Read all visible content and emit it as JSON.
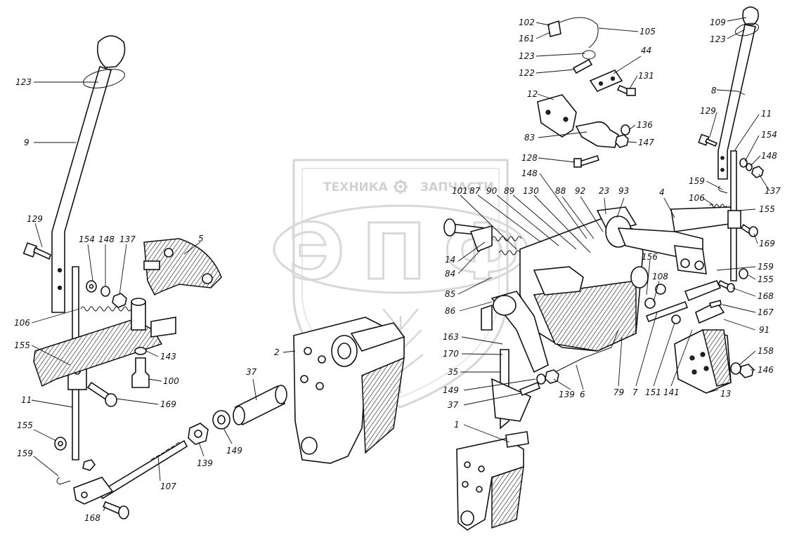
{
  "watermark": {
    "left_word": "ТЕХНИКА",
    "right_word": "ЗАПЧАСТИ",
    "logo_letters": "ЭПФ",
    "gear_icon": "gear-icon",
    "color": "#cfcfcf"
  },
  "callouts": [
    {
      "id": "c1",
      "text": "123"
    },
    {
      "id": "c2",
      "text": "9"
    },
    {
      "id": "c3",
      "text": "129"
    },
    {
      "id": "c4",
      "text": "154"
    },
    {
      "id": "c5",
      "text": "148"
    },
    {
      "id": "c6",
      "text": "137"
    },
    {
      "id": "c7",
      "text": "5"
    },
    {
      "id": "c8",
      "text": "106"
    },
    {
      "id": "c9",
      "text": "155"
    },
    {
      "id": "c10",
      "text": "143"
    },
    {
      "id": "c11",
      "text": "100"
    },
    {
      "id": "c12",
      "text": "11"
    },
    {
      "id": "c13",
      "text": "169"
    },
    {
      "id": "c14",
      "text": "155"
    },
    {
      "id": "c15",
      "text": "159"
    },
    {
      "id": "c16",
      "text": "139"
    },
    {
      "id": "c17",
      "text": "149"
    },
    {
      "id": "c18",
      "text": "107"
    },
    {
      "id": "c19",
      "text": "168"
    },
    {
      "id": "c20",
      "text": "2"
    },
    {
      "id": "c21",
      "text": "37"
    },
    {
      "id": "c22",
      "text": "102"
    },
    {
      "id": "c23",
      "text": "161"
    },
    {
      "id": "c24",
      "text": "105"
    },
    {
      "id": "c25",
      "text": "123"
    },
    {
      "id": "c26",
      "text": "44"
    },
    {
      "id": "c27",
      "text": "122"
    },
    {
      "id": "c28",
      "text": "131"
    },
    {
      "id": "c29",
      "text": "12"
    },
    {
      "id": "c30",
      "text": "136"
    },
    {
      "id": "c31",
      "text": "83"
    },
    {
      "id": "c32",
      "text": "147"
    },
    {
      "id": "c33",
      "text": "128"
    },
    {
      "id": "c34",
      "text": "148"
    },
    {
      "id": "c35",
      "text": "101"
    },
    {
      "id": "c36",
      "text": "87"
    },
    {
      "id": "c37",
      "text": "90"
    },
    {
      "id": "c38",
      "text": "89"
    },
    {
      "id": "c39",
      "text": "130"
    },
    {
      "id": "c40",
      "text": "88"
    },
    {
      "id": "c41",
      "text": "92"
    },
    {
      "id": "c42",
      "text": "23"
    },
    {
      "id": "c43",
      "text": "93"
    },
    {
      "id": "c44",
      "text": "4"
    },
    {
      "id": "c45",
      "text": "14"
    },
    {
      "id": "c46",
      "text": "84"
    },
    {
      "id": "c47",
      "text": "85"
    },
    {
      "id": "c48",
      "text": "86"
    },
    {
      "id": "c49",
      "text": "163"
    },
    {
      "id": "c50",
      "text": "170"
    },
    {
      "id": "c51",
      "text": "35"
    },
    {
      "id": "c52",
      "text": "149"
    },
    {
      "id": "c53",
      "text": "37"
    },
    {
      "id": "c54",
      "text": "139"
    },
    {
      "id": "c55",
      "text": "6"
    },
    {
      "id": "c56",
      "text": "1"
    },
    {
      "id": "c57",
      "text": "79"
    },
    {
      "id": "c58",
      "text": "7"
    },
    {
      "id": "c59",
      "text": "151"
    },
    {
      "id": "c60",
      "text": "141"
    },
    {
      "id": "c61",
      "text": "13"
    },
    {
      "id": "c62",
      "text": "156"
    },
    {
      "id": "c63",
      "text": "108"
    },
    {
      "id": "c64",
      "text": "109"
    },
    {
      "id": "c65",
      "text": "123"
    },
    {
      "id": "c66",
      "text": "8"
    },
    {
      "id": "c67",
      "text": "129"
    },
    {
      "id": "c68",
      "text": "11"
    },
    {
      "id": "c69",
      "text": "154"
    },
    {
      "id": "c70",
      "text": "148"
    },
    {
      "id": "c71",
      "text": "137"
    },
    {
      "id": "c72",
      "text": "159"
    },
    {
      "id": "c73",
      "text": "106"
    },
    {
      "id": "c74",
      "text": "155"
    },
    {
      "id": "c75",
      "text": "169"
    },
    {
      "id": "c76",
      "text": "159"
    },
    {
      "id": "c77",
      "text": "155"
    },
    {
      "id": "c78",
      "text": "168"
    },
    {
      "id": "c79",
      "text": "167"
    },
    {
      "id": "c80",
      "text": "91"
    },
    {
      "id": "c81",
      "text": "158"
    },
    {
      "id": "c82",
      "text": "146"
    }
  ]
}
